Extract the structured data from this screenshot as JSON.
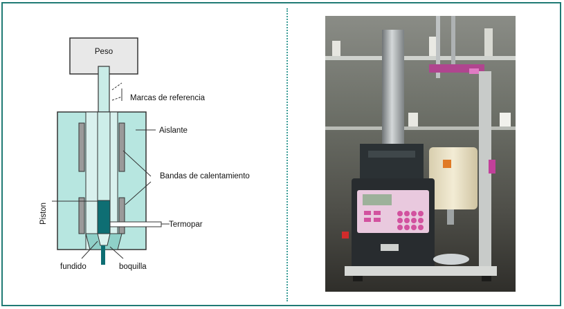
{
  "figure": {
    "labels": {
      "weight": "Peso",
      "reference_marks": "Marcas de referencia",
      "insulator": "Aislante",
      "heating_bands": "Bandas de calentamiento",
      "piston": "Piston",
      "thermocouple": "Termopar",
      "melt": "fundido",
      "nozzle": "boquilla"
    },
    "colors": {
      "frame": "#1f7a74",
      "body_fill": "#b7e6e0",
      "melt_fill": "#0e6e73",
      "heater_fill": "#9a9a9a"
    }
  },
  "photo": {
    "subject": "melt-flow-indexer-photo"
  }
}
